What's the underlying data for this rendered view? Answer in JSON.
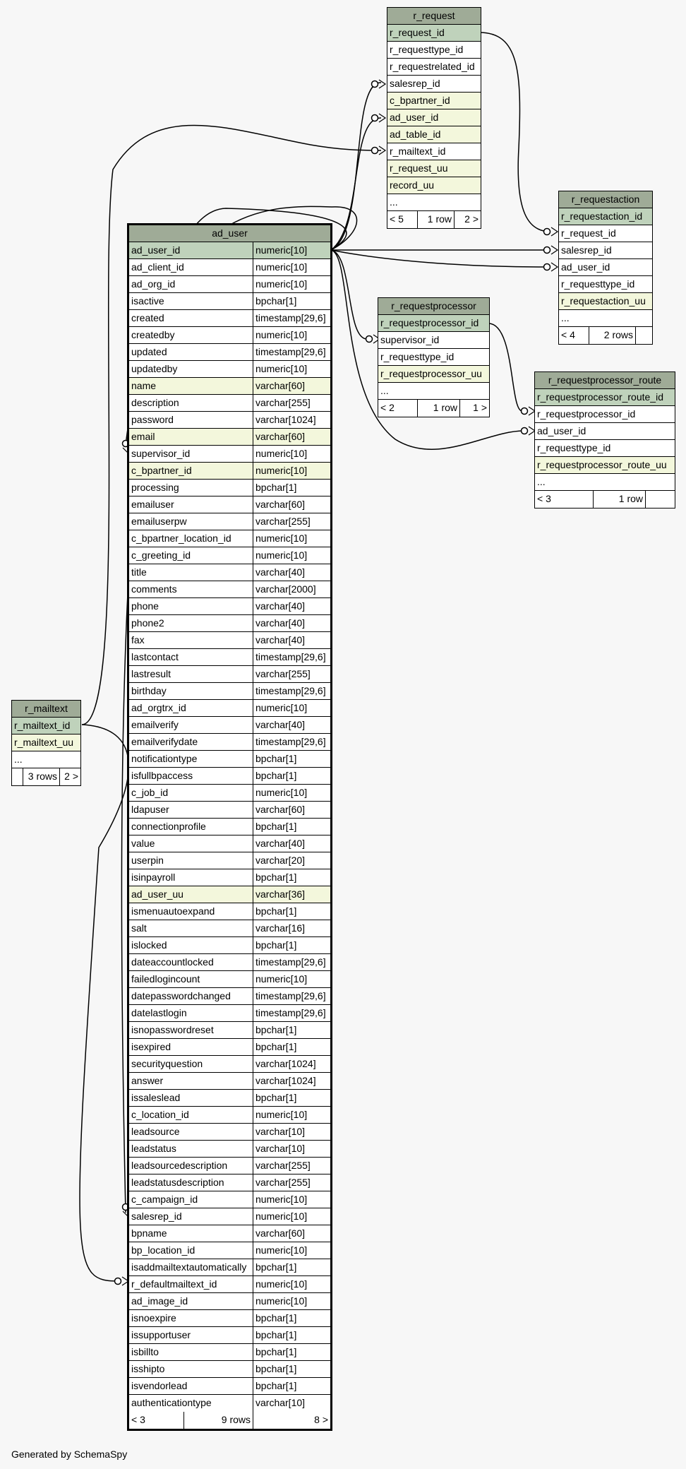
{
  "tables": [
    {
      "id": "r_request",
      "name": "r_request",
      "rows": [
        [
          "r_request_id",
          "pk"
        ],
        [
          "r_requesttype_id",
          ""
        ],
        [
          "r_requestrelated_id",
          ""
        ],
        [
          "salesrep_id",
          ""
        ],
        [
          "c_bpartner_id",
          "idx"
        ],
        [
          "ad_user_id",
          "idx"
        ],
        [
          "ad_table_id",
          "idx"
        ],
        [
          "r_mailtext_id",
          ""
        ],
        [
          "r_request_uu",
          "idx"
        ],
        [
          "record_uu",
          "idx"
        ],
        [
          "...",
          ""
        ]
      ],
      "footer": [
        "< 5",
        "1 row",
        "2 >"
      ]
    },
    {
      "id": "r_requestaction",
      "name": "r_requestaction",
      "rows": [
        [
          "r_requestaction_id",
          "pk"
        ],
        [
          "r_request_id",
          ""
        ],
        [
          "salesrep_id",
          ""
        ],
        [
          "ad_user_id",
          ""
        ],
        [
          "r_requesttype_id",
          ""
        ],
        [
          "r_requestaction_uu",
          "idx"
        ],
        [
          "...",
          ""
        ]
      ],
      "footer": [
        "< 4",
        "2 rows",
        ""
      ]
    },
    {
      "id": "r_requestprocessor",
      "name": "r_requestprocessor",
      "rows": [
        [
          "r_requestprocessor_id",
          "pk"
        ],
        [
          "supervisor_id",
          ""
        ],
        [
          "r_requesttype_id",
          ""
        ],
        [
          "r_requestprocessor_uu",
          "idx"
        ],
        [
          "...",
          ""
        ]
      ],
      "footer": [
        "< 2",
        "1 row",
        "1 >"
      ]
    },
    {
      "id": "r_requestprocessor_route",
      "name": "r_requestprocessor_route",
      "rows": [
        [
          "r_requestprocessor_route_id",
          "pk"
        ],
        [
          "r_requestprocessor_id",
          ""
        ],
        [
          "ad_user_id",
          ""
        ],
        [
          "r_requesttype_id",
          ""
        ],
        [
          "r_requestprocessor_route_uu",
          "idx"
        ],
        [
          "...",
          ""
        ]
      ],
      "footer": [
        "< 3",
        "1 row",
        ""
      ]
    },
    {
      "id": "r_mailtext",
      "name": "r_mailtext",
      "rows": [
        [
          "r_mailtext_id",
          "pk"
        ],
        [
          "r_mailtext_uu",
          "idx"
        ],
        [
          "...",
          ""
        ]
      ],
      "footer": [
        "",
        "3 rows",
        "2 >"
      ]
    }
  ],
  "ad_user": {
    "name": "ad_user",
    "columns": [
      [
        "ad_user_id",
        "numeric[10]",
        "pk"
      ],
      [
        "ad_client_id",
        "numeric[10]",
        ""
      ],
      [
        "ad_org_id",
        "numeric[10]",
        ""
      ],
      [
        "isactive",
        "bpchar[1]",
        ""
      ],
      [
        "created",
        "timestamp[29,6]",
        ""
      ],
      [
        "createdby",
        "numeric[10]",
        ""
      ],
      [
        "updated",
        "timestamp[29,6]",
        ""
      ],
      [
        "updatedby",
        "numeric[10]",
        ""
      ],
      [
        "name",
        "varchar[60]",
        "idx"
      ],
      [
        "description",
        "varchar[255]",
        ""
      ],
      [
        "password",
        "varchar[1024]",
        ""
      ],
      [
        "email",
        "varchar[60]",
        "idx"
      ],
      [
        "supervisor_id",
        "numeric[10]",
        ""
      ],
      [
        "c_bpartner_id",
        "numeric[10]",
        "idx"
      ],
      [
        "processing",
        "bpchar[1]",
        ""
      ],
      [
        "emailuser",
        "varchar[60]",
        ""
      ],
      [
        "emailuserpw",
        "varchar[255]",
        ""
      ],
      [
        "c_bpartner_location_id",
        "numeric[10]",
        ""
      ],
      [
        "c_greeting_id",
        "numeric[10]",
        ""
      ],
      [
        "title",
        "varchar[40]",
        ""
      ],
      [
        "comments",
        "varchar[2000]",
        ""
      ],
      [
        "phone",
        "varchar[40]",
        ""
      ],
      [
        "phone2",
        "varchar[40]",
        ""
      ],
      [
        "fax",
        "varchar[40]",
        ""
      ],
      [
        "lastcontact",
        "timestamp[29,6]",
        ""
      ],
      [
        "lastresult",
        "varchar[255]",
        ""
      ],
      [
        "birthday",
        "timestamp[29,6]",
        ""
      ],
      [
        "ad_orgtrx_id",
        "numeric[10]",
        ""
      ],
      [
        "emailverify",
        "varchar[40]",
        ""
      ],
      [
        "emailverifydate",
        "timestamp[29,6]",
        ""
      ],
      [
        "notificationtype",
        "bpchar[1]",
        ""
      ],
      [
        "isfullbpaccess",
        "bpchar[1]",
        ""
      ],
      [
        "c_job_id",
        "numeric[10]",
        ""
      ],
      [
        "ldapuser",
        "varchar[60]",
        ""
      ],
      [
        "connectionprofile",
        "bpchar[1]",
        ""
      ],
      [
        "value",
        "varchar[40]",
        ""
      ],
      [
        "userpin",
        "varchar[20]",
        ""
      ],
      [
        "isinpayroll",
        "bpchar[1]",
        ""
      ],
      [
        "ad_user_uu",
        "varchar[36]",
        "idx"
      ],
      [
        "ismenuautoexpand",
        "bpchar[1]",
        ""
      ],
      [
        "salt",
        "varchar[16]",
        ""
      ],
      [
        "islocked",
        "bpchar[1]",
        ""
      ],
      [
        "dateaccountlocked",
        "timestamp[29,6]",
        ""
      ],
      [
        "failedlogincount",
        "numeric[10]",
        ""
      ],
      [
        "datepasswordchanged",
        "timestamp[29,6]",
        ""
      ],
      [
        "datelastlogin",
        "timestamp[29,6]",
        ""
      ],
      [
        "isnopasswordreset",
        "bpchar[1]",
        ""
      ],
      [
        "isexpired",
        "bpchar[1]",
        ""
      ],
      [
        "securityquestion",
        "varchar[1024]",
        ""
      ],
      [
        "answer",
        "varchar[1024]",
        ""
      ],
      [
        "issaleslead",
        "bpchar[1]",
        ""
      ],
      [
        "c_location_id",
        "numeric[10]",
        ""
      ],
      [
        "leadsource",
        "varchar[10]",
        ""
      ],
      [
        "leadstatus",
        "varchar[10]",
        ""
      ],
      [
        "leadsourcedescription",
        "varchar[255]",
        ""
      ],
      [
        "leadstatusdescription",
        "varchar[255]",
        ""
      ],
      [
        "c_campaign_id",
        "numeric[10]",
        ""
      ],
      [
        "salesrep_id",
        "numeric[10]",
        ""
      ],
      [
        "bpname",
        "varchar[60]",
        ""
      ],
      [
        "bp_location_id",
        "numeric[10]",
        ""
      ],
      [
        "isaddmailtextautomatically",
        "bpchar[1]",
        ""
      ],
      [
        "r_defaultmailtext_id",
        "numeric[10]",
        ""
      ],
      [
        "ad_image_id",
        "numeric[10]",
        ""
      ],
      [
        "isnoexpire",
        "bpchar[1]",
        ""
      ],
      [
        "issupportuser",
        "bpchar[1]",
        ""
      ],
      [
        "isbillto",
        "bpchar[1]",
        ""
      ],
      [
        "isshipto",
        "bpchar[1]",
        ""
      ],
      [
        "isvendorlead",
        "bpchar[1]",
        ""
      ],
      [
        "authenticationtype",
        "varchar[10]",
        ""
      ]
    ],
    "footer": [
      "< 3",
      "9 rows",
      "8 >"
    ]
  },
  "footer_text": "Generated by SchemaSpy"
}
